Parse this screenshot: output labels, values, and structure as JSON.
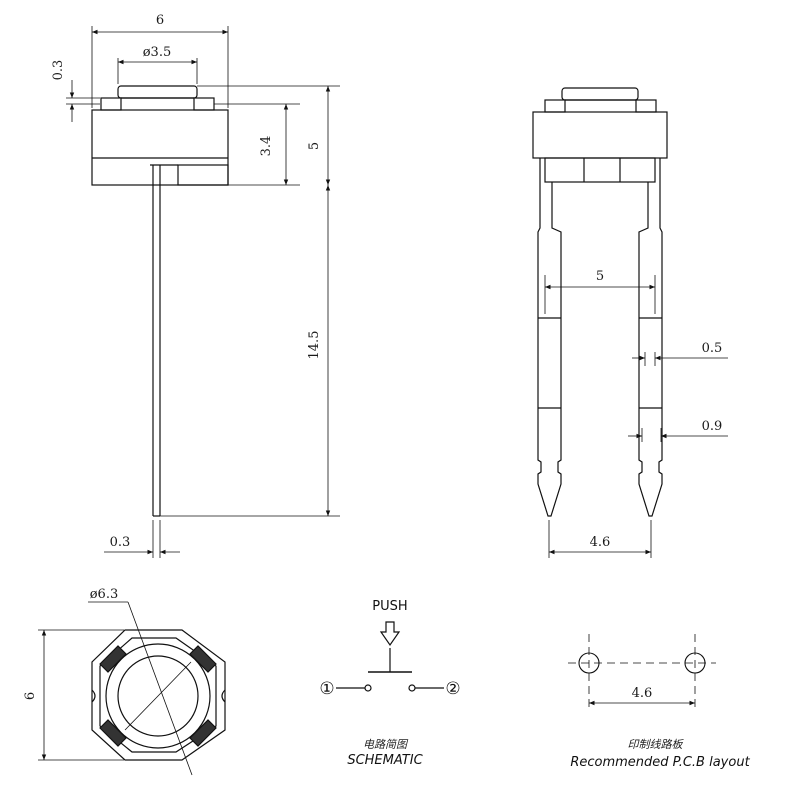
{
  "side_view": {
    "width": "6",
    "button_diameter": "ø3.5",
    "actuator_height": "0.3",
    "body_height": "3.4",
    "total_height": "5",
    "lead_length": "14.5",
    "lead_thickness": "0.3"
  },
  "front_view": {
    "lead_spacing": "5",
    "lead_width_thin": "0.5",
    "lead_width_wide": "0.9",
    "tip_spacing": "4.6"
  },
  "top_view": {
    "outer_diameter": "ø6.3",
    "body_size": "6"
  },
  "schematic": {
    "push_label": "PUSH",
    "terminal_1": "①",
    "terminal_2": "②",
    "caption_cn": "电路简图",
    "caption_en": "SCHEMATIC"
  },
  "pcb_layout": {
    "hole_spacing": "4.6",
    "caption_cn": "印制线路板",
    "caption_en": "Recommended P.C.B layout"
  }
}
